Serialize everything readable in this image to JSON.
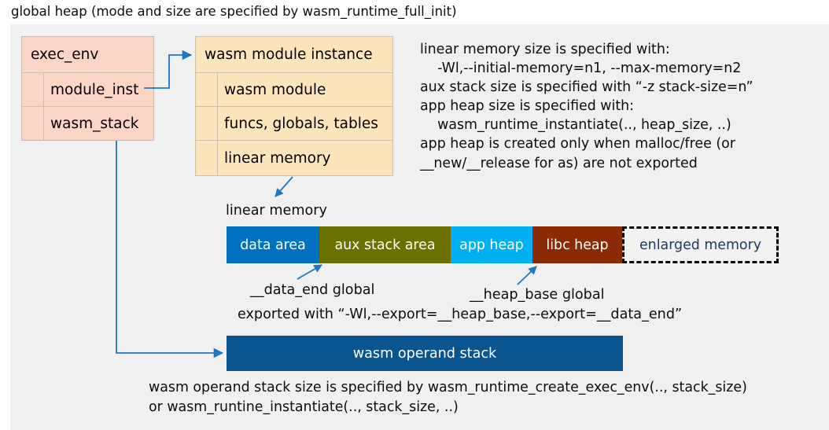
{
  "title": "global heap (mode and size are specified by wasm_runtime_full_init)",
  "exec_env": {
    "header": "exec_env",
    "fields": [
      "module_inst",
      "wasm_stack"
    ]
  },
  "module_instance": {
    "header": "wasm module instance",
    "fields": [
      "wasm module",
      "funcs, globals, tables",
      "linear memory"
    ]
  },
  "notes": {
    "text": "linear memory size is specified with:\n    -Wl,--initial-memory=n1, --max-memory=n2\naux stack size is specified with “-z stack-size=n”\napp heap size is specified with:\n    wasm_runtime_instantiate(.., heap_size, ..)\napp heap is created only when malloc/free (or\n__new/__release for as) are not exported"
  },
  "linear_memory": {
    "label": "linear memory",
    "segments": [
      {
        "label": "data area",
        "color": "#0070c0",
        "text_color": "#ffffff",
        "width": 118
      },
      {
        "label": "aux stack area",
        "color": "#6b7000",
        "text_color": "#ffffff",
        "width": 167
      },
      {
        "label": "app heap",
        "color": "#00b0f0",
        "text_color": "#ffffff",
        "width": 104
      },
      {
        "label": "libc heap",
        "color": "#8a2b06",
        "text_color": "#ffffff",
        "width": 114
      },
      {
        "label": "enlarged memory",
        "color": "#f2f2f2",
        "text_color": "#1f3864",
        "width": 199
      }
    ],
    "annotations": {
      "data_end": "__data_end global",
      "heap_base": "__heap_base global",
      "exported": "exported with “-Wl,--export=__heap_base,--export=__data_end”"
    }
  },
  "operand_stack": {
    "label": "wasm operand stack",
    "color": "#0a5590",
    "caption": "wasm operand stack size is specified by wasm_runtime_create_exec_env(.., stack_size)\nor wasm_runtine_instantiate(.., stack_size, ..)"
  },
  "colors": {
    "canvas": "#f0f0f0",
    "exec_env_fill": "#fbd5c5",
    "module_fill": "#fce4bb",
    "arrow": "#1f77c4"
  }
}
